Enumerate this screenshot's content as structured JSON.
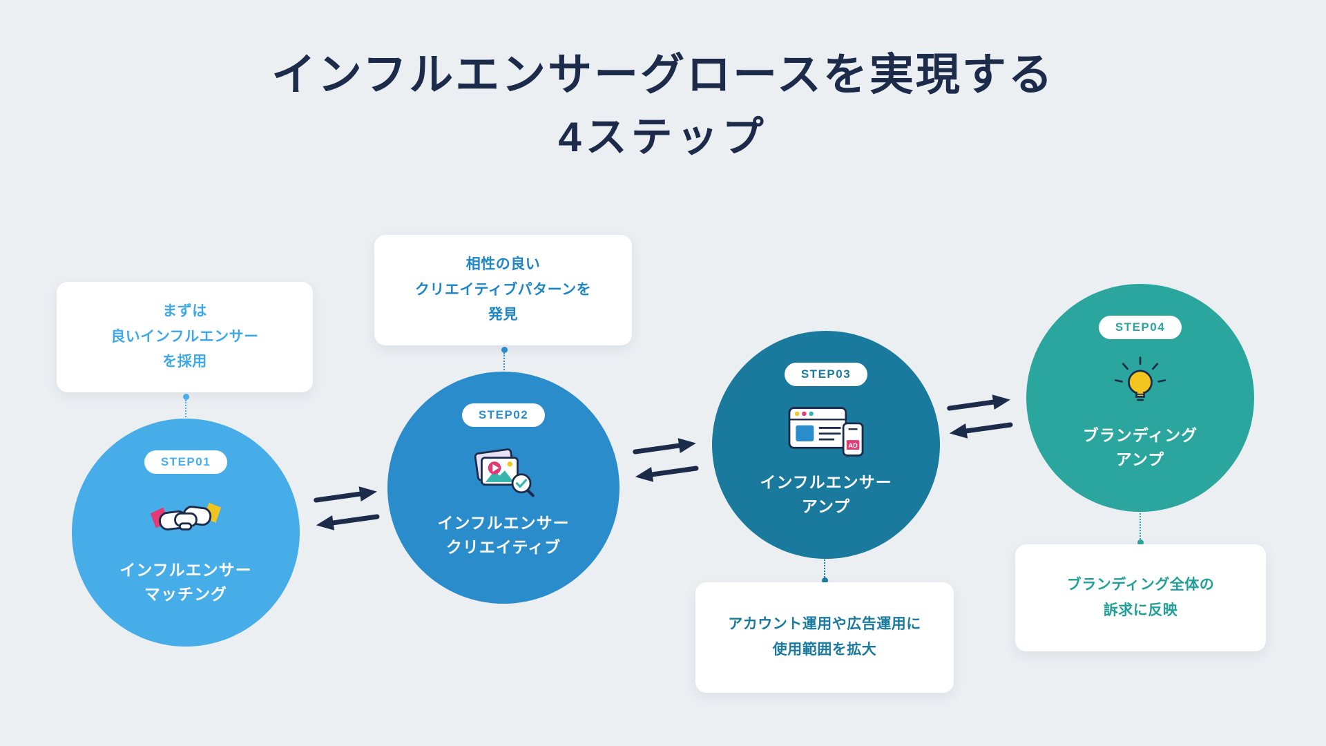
{
  "background_color": "#ebeff2",
  "title": {
    "line1": "インフルエンサーグロースを実現する",
    "line2": "4ステップ",
    "color": "#1c2b4a"
  },
  "arrow_color": "#1c2b4a",
  "steps": [
    {
      "badge": "STEP01",
      "color": "#47ade8",
      "icon": "handshake-icon",
      "label_line1": "インフルエンサー",
      "label_line2": "マッチング",
      "callout_line1": "まずは",
      "callout_line2": "良いインフルエンサー",
      "callout_line3": "を採用"
    },
    {
      "badge": "STEP02",
      "color": "#2b8ccb",
      "icon": "creative-icon",
      "label_line1": "インフルエンサー",
      "label_line2": "クリエイティブ",
      "callout_line1": "相性の良い",
      "callout_line2": "クリエイティブパターンを",
      "callout_line3": "発見"
    },
    {
      "badge": "STEP03",
      "color": "#1a7a9e",
      "icon": "browser-ad-icon",
      "ad_label": "AD",
      "label_line1": "インフルエンサー",
      "label_line2": "アンプ",
      "callout_line1": "アカウント運用や広告運用に",
      "callout_line2": "使用範囲を拡大"
    },
    {
      "badge": "STEP04",
      "color": "#2aa69e",
      "icon": "bulb-icon",
      "label_line1": "ブランディング",
      "label_line2": "アンプ",
      "callout_line1": "ブランディング全体の",
      "callout_line2": "訴求に反映"
    }
  ]
}
